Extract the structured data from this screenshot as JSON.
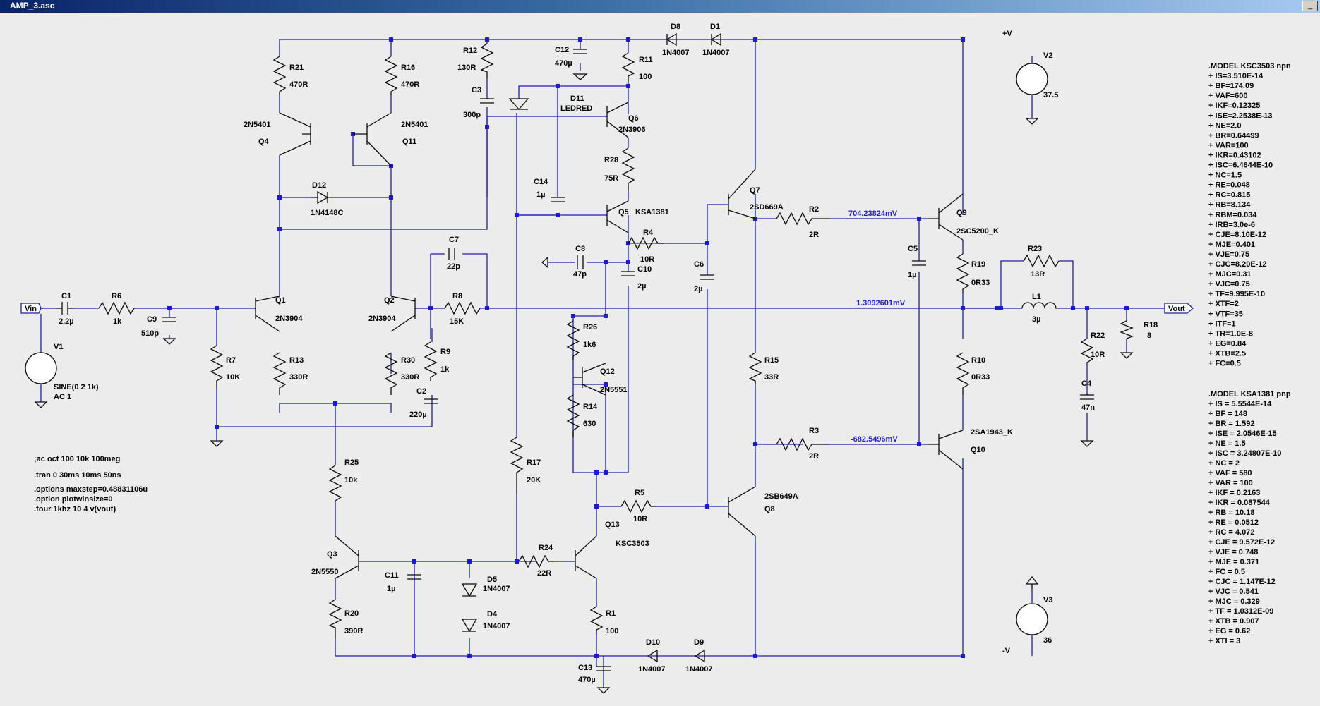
{
  "window": {
    "title": "AMP_3.asc",
    "minimize_label": "_"
  },
  "nets": {
    "vin": "Vin",
    "vout": "Vout",
    "vplus": "+V",
    "vminus": "-V"
  },
  "probes": {
    "r2": "704.23824mV",
    "out": "1.3092601mV",
    "r3": "-682.5496mV"
  },
  "components": {
    "R21": {
      "name": "R21",
      "value": "470R"
    },
    "R16": {
      "name": "R16",
      "value": "470R"
    },
    "R12": {
      "name": "R12",
      "value": "130R"
    },
    "C3": {
      "name": "C3",
      "value": "300p"
    },
    "C12": {
      "name": "C12",
      "value": "470µ"
    },
    "R11": {
      "name": "R11",
      "value": "100"
    },
    "D8": {
      "name": "D8",
      "value": "1N4007"
    },
    "D1": {
      "name": "D1",
      "value": "1N4007"
    },
    "D11": {
      "name": "D11",
      "value": "LEDRED"
    },
    "Q6": {
      "name": "Q6",
      "value": "2N3906"
    },
    "Q4": {
      "name": "Q4",
      "value": "2N5401"
    },
    "Q11": {
      "name": "Q11",
      "value": "2N5401"
    },
    "D12": {
      "name": "D12",
      "value": "1N4148C"
    },
    "R28": {
      "name": "R28",
      "value": "75R"
    },
    "C14": {
      "name": "C14",
      "value": "1µ"
    },
    "Q5": {
      "name": "Q5",
      "value": "KSA1381"
    },
    "Q7": {
      "name": "Q7",
      "value": "2SD669A"
    },
    "R2": {
      "name": "R2",
      "value": "2R"
    },
    "Q9": {
      "name": "Q9",
      "value": "2SC5200_K"
    },
    "V2": {
      "name": "V2",
      "value": "37.5"
    },
    "R4": {
      "name": "R4",
      "value": "10R"
    },
    "C8": {
      "name": "C8",
      "value": "47p"
    },
    "C10": {
      "name": "C10",
      "value": "2µ"
    },
    "C6": {
      "name": "C6",
      "value": "2µ"
    },
    "C5": {
      "name": "C5",
      "value": "1µ"
    },
    "R19": {
      "name": "R19",
      "value": "0R33"
    },
    "R23": {
      "name": "R23",
      "value": "13R"
    },
    "L1": {
      "name": "L1",
      "value": "3µ"
    },
    "C7": {
      "name": "C7",
      "value": "22p"
    },
    "C1": {
      "name": "C1",
      "value": "2.2µ"
    },
    "R6": {
      "name": "R6",
      "value": "1k"
    },
    "C9": {
      "name": "C9",
      "value": "510p"
    },
    "Q1": {
      "name": "Q1",
      "value": "2N3904"
    },
    "Q2": {
      "name": "Q2",
      "value": "2N3904"
    },
    "R8": {
      "name": "R8",
      "value": "15K"
    },
    "R18": {
      "name": "R18",
      "value": "8"
    },
    "R22": {
      "name": "R22",
      "value": "10R"
    },
    "C4": {
      "name": "C4",
      "value": "47n"
    },
    "V1": {
      "name": "V1",
      "value": "SINE(0 2 1k)",
      "value2": "AC 1"
    },
    "R7": {
      "name": "R7",
      "value": "10K"
    },
    "R13": {
      "name": "R13",
      "value": "330R"
    },
    "R30": {
      "name": "R30",
      "value": "330R"
    },
    "R9": {
      "name": "R9",
      "value": "1k"
    },
    "C2": {
      "name": "C2",
      "value": "220µ"
    },
    "R26": {
      "name": "R26",
      "value": "1k6"
    },
    "Q12": {
      "name": "Q12",
      "value": "2N5551"
    },
    "R14": {
      "name": "R14",
      "value": "630"
    },
    "R15": {
      "name": "R15",
      "value": "33R"
    },
    "R10": {
      "name": "R10",
      "value": "0R33"
    },
    "R3": {
      "name": "R3",
      "value": "2R"
    },
    "Q10": {
      "name": "Q10",
      "value": "2SA1943_K"
    },
    "R25": {
      "name": "R25",
      "value": "10k"
    },
    "R17": {
      "name": "R17",
      "value": "20K"
    },
    "R5": {
      "name": "R5",
      "value": "10R"
    },
    "Q8": {
      "name": "Q8",
      "value": "2SB649A"
    },
    "Q13": {
      "name": "Q13",
      "value": "KSC3503"
    },
    "Q3": {
      "name": "Q3",
      "value": "2N5550"
    },
    "C11": {
      "name": "C11",
      "value": "1µ"
    },
    "R24": {
      "name": "R24",
      "value": "22R"
    },
    "D5": {
      "name": "D5",
      "value": "1N4007"
    },
    "D4": {
      "name": "D4",
      "value": "1N4007"
    },
    "R20": {
      "name": "R20",
      "value": "390R"
    },
    "R1": {
      "name": "R1",
      "value": "100"
    },
    "D10": {
      "name": "D10",
      "value": "1N4007"
    },
    "D9": {
      "name": "D9",
      "value": "1N4007"
    },
    "C13": {
      "name": "C13",
      "value": "470µ"
    },
    "V3": {
      "name": "V3",
      "value": "36"
    }
  },
  "directives": [
    ";ac oct 100 10k 100meg",
    ".tran 0 30ms 10ms 50ns",
    ".options maxstep=0.48831106u",
    ".option plotwinsize=0",
    ".four 1khz 10 4 v(vout)"
  ],
  "model_ksc3503": [
    ".MODEL KSC3503 npn",
    "+ IS=3.510E-14",
    "+ BF=174.09",
    "+ VAF=600",
    "+ IKF=0.12325",
    "+ ISE=2.2538E-13",
    "+ NE=2.0",
    "+ BR=0.64499",
    "+ VAR=100",
    "+ IKR=0.43102",
    "+ ISC=6.4644E-10",
    "+ NC=1.5",
    "+ RE=0.048",
    "+ RC=0.815",
    "+ RB=8.134",
    "+ RBM=0.034",
    "+ IRB=3.0e-6",
    "+ CJE=8.10E-12",
    "+ MJE=0.401",
    "+ VJE=0.75",
    "+ CJC=8.20E-12",
    "+ MJC=0.31",
    "+ VJC=0.75",
    "+ TF=9.995E-10",
    "+ XTF=2",
    "+ VTF=35",
    "+ ITF=1",
    "+ TR=1.0E-8",
    "+ EG=0.84",
    "+ XTB=2.5",
    "+ FC=0.5"
  ],
  "model_ksa1381": [
    ".MODEL KSA1381 pnp",
    "+ IS = 5.5544E-14",
    "+ BF = 148",
    "+ BR = 1.592",
    "+ ISE = 2.0546E-15",
    "+ NE = 1.5",
    "+ ISC = 3.24807E-10",
    "+ NC = 2",
    "+ VAF = 580",
    "+ VAR = 100",
    "+ IKF = 0.2163",
    "+ IKR = 0.087544",
    "+ RB = 10.18",
    "+ RE = 0.0512",
    "+ RC = 4.072",
    "+ CJE = 9.572E-12",
    "+ VJE = 0.748",
    "+ MJE = 0.371",
    "+ FC = 0.5",
    "+ CJC = 1.147E-12",
    "+ VJC = 0.541",
    "+ MJC = 0.329",
    "+ TF = 1.0312E-09",
    "+ XTB = 0.907",
    "+ EG = 0.62",
    "+ XTI = 3"
  ]
}
